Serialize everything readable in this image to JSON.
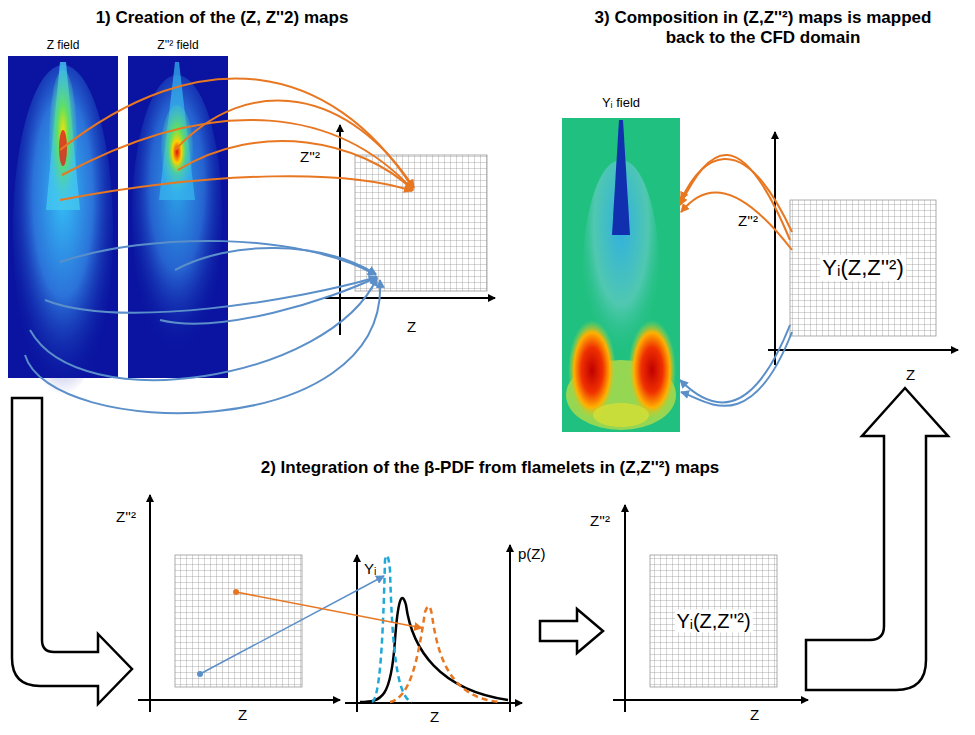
{
  "diagram": {
    "nodes": [
      {
        "text": [
          "Z field"
        ]
      },
      {
        "text": [
          "Z''² field"
        ]
      },
      {
        "text": [
          "Yᵢ field"
        ]
      },
      {
        "text": [
          "Yᵢ(Z,Z''²)"
        ]
      },
      {
        "text": [
          "Yᵢ(Z,Z''²)"
        ]
      }
    ],
    "edges": [
      {
        "from": 3,
        "to": 2,
        "arrow": "to"
      },
      {
        "from": 3,
        "to": 2,
        "arrow": "to"
      }
    ],
    "labels": [
      "1) Creation of the (Z, Z''2) maps",
      "Z''²",
      "Z",
      "3) Composition in (Z,Z''²) maps is mapped back to the CFD domain",
      "Z''²",
      "Z",
      "2) Integration of the β-PDF from flamelets in (Z,Z''²) maps",
      "Z''²",
      "Z",
      "Yᵢ",
      "p(Z)",
      "Z",
      "Z''²",
      "Z"
    ]
  }
}
